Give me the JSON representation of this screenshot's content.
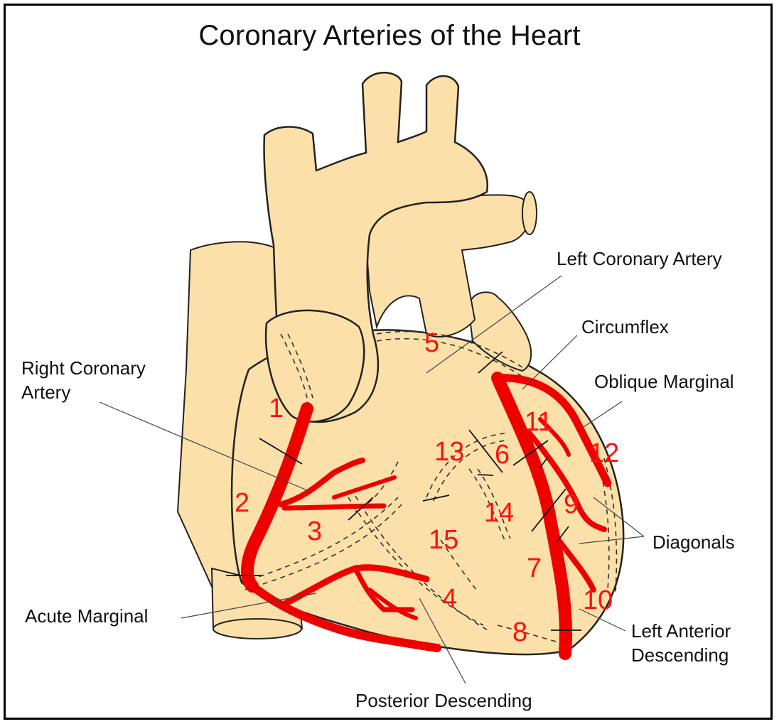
{
  "title": "Coronary Arteries of the Heart",
  "colors": {
    "heart_fill": "#fbe0a9",
    "artery": "#ee0000",
    "segment_number": "#ff1010",
    "outline": "#222222"
  },
  "labels": {
    "left_coronary_artery": "Left Coronary Artery",
    "circumflex": "Circumflex",
    "right_coronary_artery_line1": "Right Coronary",
    "right_coronary_artery_line2": "Artery",
    "oblique_marginal": "Oblique Marginal",
    "diagonals": "Diagonals",
    "acute_marginal": "Acute Marginal",
    "left_anterior_descending_line1": "Left Anterior",
    "left_anterior_descending_line2": "Descending",
    "posterior_descending": "Posterior Descending"
  },
  "segments": [
    "1",
    "2",
    "3",
    "4",
    "5",
    "6",
    "7",
    "8",
    "9",
    "10",
    "11",
    "12",
    "13",
    "14",
    "15"
  ]
}
